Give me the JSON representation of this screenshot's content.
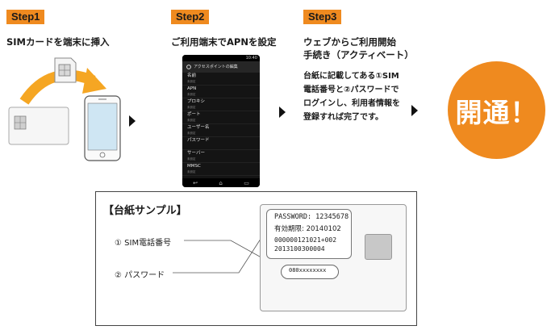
{
  "steps": [
    {
      "badge": "Step1",
      "title": "SIMカードを端末に挿入"
    },
    {
      "badge": "Step2",
      "title": "ご利用端末でAPNを設定",
      "phone": {
        "status_time": "10:40",
        "header": "アクセスポイントの編集",
        "fields": [
          {
            "label": "名前",
            "value": "未設定"
          },
          {
            "label": "APN",
            "value": "未設定"
          },
          {
            "label": "プロキシ",
            "value": "未設定"
          },
          {
            "label": "ポート",
            "value": "未設定"
          },
          {
            "label": "ユーザー名",
            "value": "未設定"
          },
          {
            "label": "パスワード",
            "value": ""
          },
          {
            "label": "サーバー",
            "value": "未設定"
          },
          {
            "label": "MMSC",
            "value": "未設定"
          }
        ]
      }
    },
    {
      "badge": "Step3",
      "title_line1": "ウェブからご利用開始",
      "title_line2": "手続き（アクティベート）",
      "desc_line1": "台紙に記載してある①SIM",
      "desc_line2": "電話番号と②パスワードで",
      "desc_line3": "ログインし、利用者情報を",
      "desc_line4": "登録すれば完了です。"
    }
  ],
  "result": {
    "label": "開通！",
    "color": "#ef8a1f"
  },
  "sample": {
    "title": "【台紙サンプル】",
    "callout_1": "① SIM電話番号",
    "callout_2": "② パスワード",
    "card": {
      "password_line": "PASSWORD: 12345678",
      "expiry_line": "有効期限: 20140102",
      "serial_line1": "000000121021+002",
      "serial_line2": "2013100300004",
      "phone_number": "080xxxxxxxx"
    }
  },
  "colors": {
    "accent": "#ef8a1f",
    "arrow_orange": "#f5a623"
  }
}
